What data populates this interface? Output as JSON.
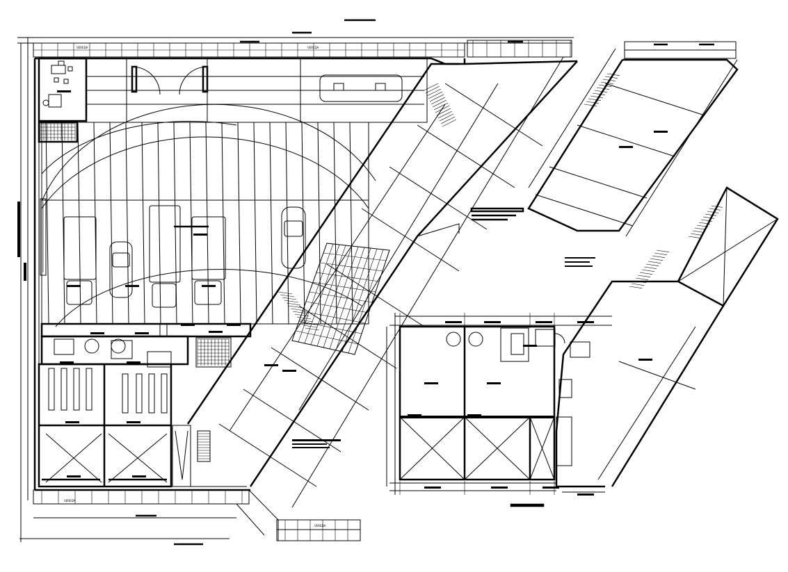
{
  "drawing": {
    "sheet_title": "",
    "notes": [
      "",
      "",
      ""
    ]
  },
  "labels": {
    "north_street": "VEREDA",
    "east_street": "VEREDA",
    "south_street": "VEREDA",
    "corner_street": "VEREDA",
    "bottom_caption": "",
    "right_caption": ""
  },
  "colors": {
    "line": "#000000",
    "background": "#ffffff"
  }
}
